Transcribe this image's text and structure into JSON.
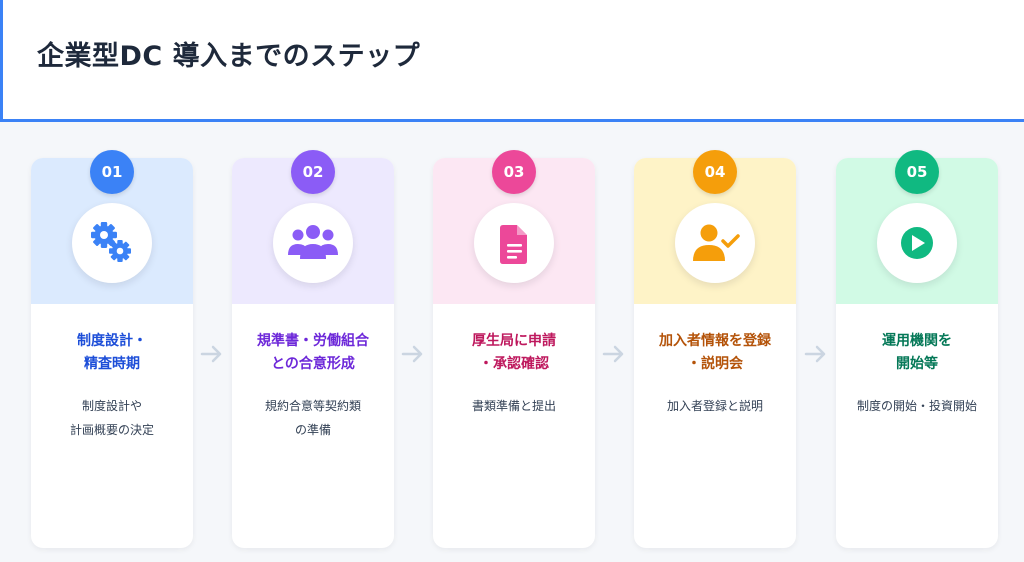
{
  "page": {
    "title": "企業型DC 導入までのステップ"
  },
  "steps": [
    {
      "number": "01",
      "icon": "gears-icon",
      "color": "#3b82f6",
      "bg": "#dbeafe",
      "title_color": "#1d4ed8",
      "title_lines": [
        "制度設計・",
        "精査時期"
      ],
      "desc_lines": [
        "制度設計や",
        "計画概要の決定"
      ]
    },
    {
      "number": "02",
      "icon": "group-icon",
      "color": "#8b5cf6",
      "bg": "#ede9fe",
      "title_color": "#6d28d9",
      "title_lines": [
        "規準書・労働組合",
        "との合意形成"
      ],
      "desc_lines": [
        "規約合意等契約類",
        "の準備"
      ]
    },
    {
      "number": "03",
      "icon": "document-icon",
      "color": "#ec4899",
      "bg": "#fce7f3",
      "title_color": "#be185d",
      "title_lines": [
        "厚生局に申請",
        "・承認確認"
      ],
      "desc_lines": [
        "書類準備と提出"
      ]
    },
    {
      "number": "04",
      "icon": "user-check-icon",
      "color": "#f59e0b",
      "bg": "#fef3c7",
      "title_color": "#b45309",
      "title_lines": [
        "加入者情報を登録",
        "・説明会"
      ],
      "desc_lines": [
        "加入者登録と説明"
      ]
    },
    {
      "number": "05",
      "icon": "play-icon",
      "color": "#10b981",
      "bg": "#d1fae5",
      "title_color": "#047857",
      "title_lines": [
        "運用機関を",
        "開始等"
      ],
      "desc_lines": [
        "制度の開始・投資開始"
      ]
    }
  ],
  "arrow_color": "#cbd5e1"
}
